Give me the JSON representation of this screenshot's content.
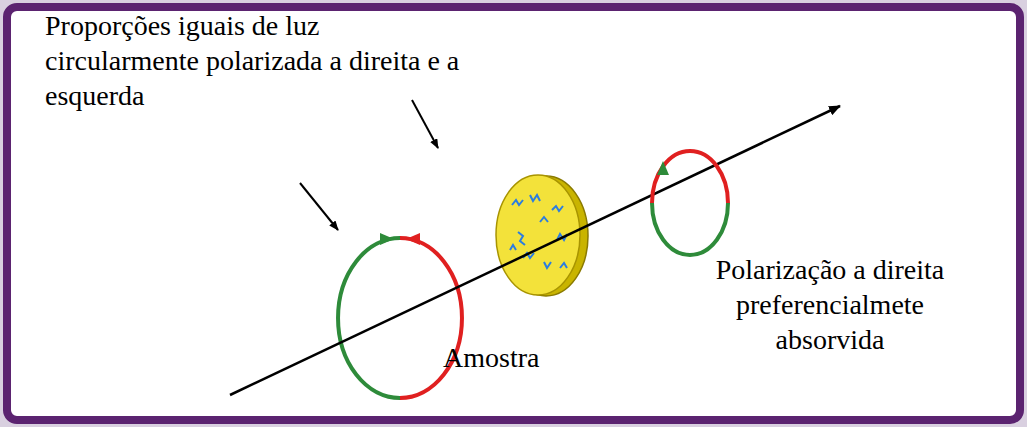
{
  "diagram": {
    "labels": [
      "Proporções iguais de luz circularmente polarizada a direita e a esquerda",
      "Amostra",
      "Polarização a direita preferencialmete absorvida"
    ]
  }
}
